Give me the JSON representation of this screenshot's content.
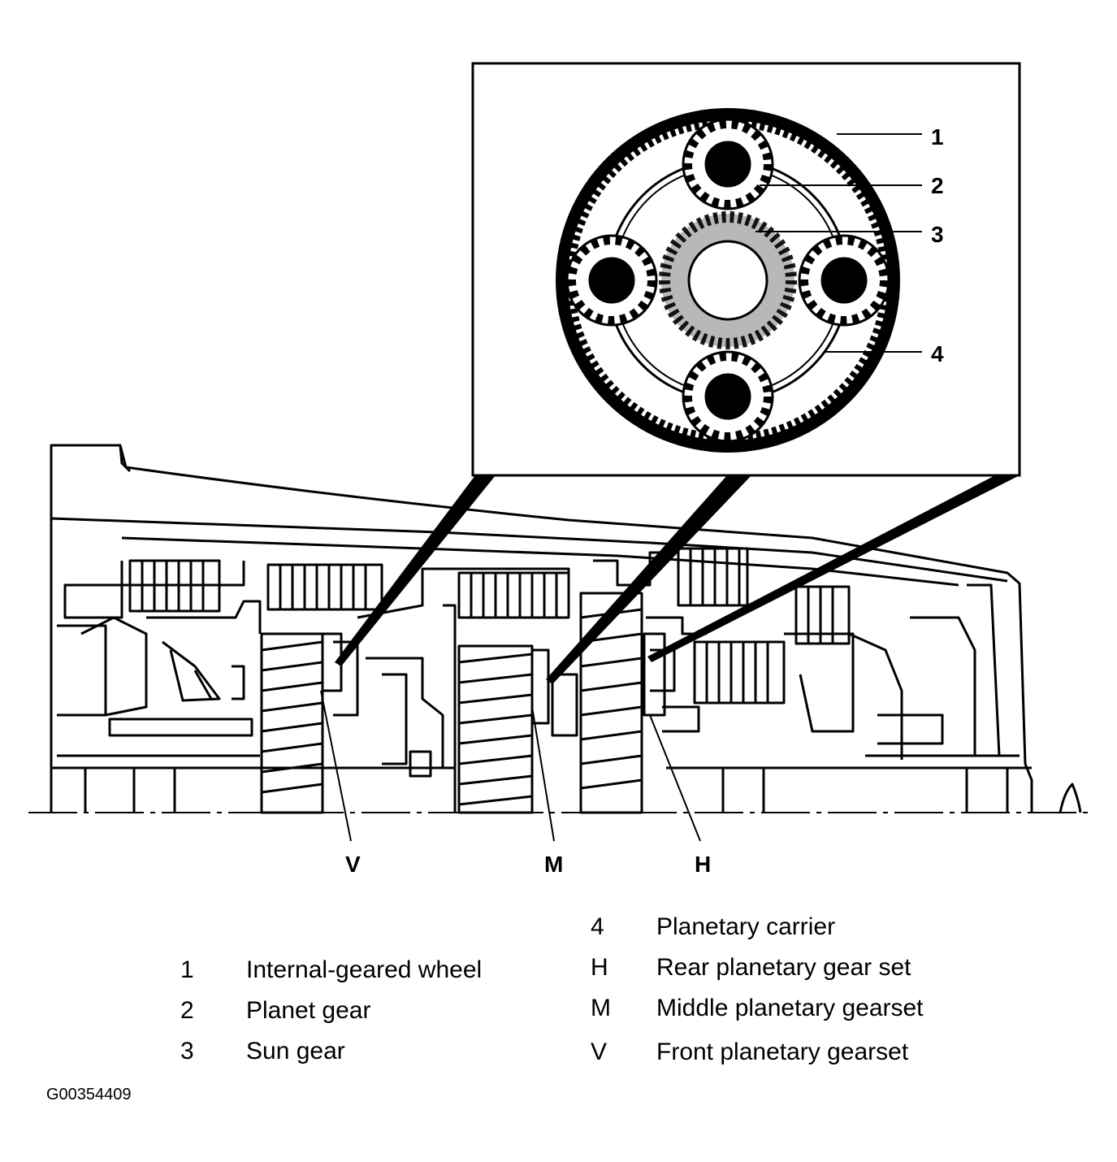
{
  "callouts": {
    "c1": "1",
    "c2": "2",
    "c3": "3",
    "c4": "4",
    "v": "V",
    "m": "M",
    "h": "H"
  },
  "legend": [
    {
      "key": "1",
      "text": "Internal-geared wheel"
    },
    {
      "key": "2",
      "text": "Planet gear"
    },
    {
      "key": "3",
      "text": "Sun gear"
    },
    {
      "key": "4",
      "text": "Planetary carrier"
    },
    {
      "key": "H",
      "text": "Rear planetary gear set"
    },
    {
      "key": "M",
      "text": "Middle planetary gearset"
    },
    {
      "key": "V",
      "text": "Front planetary gearset"
    }
  ],
  "figure_id": "G00354409",
  "colors": {
    "ink": "#000000",
    "paper": "#ffffff",
    "sun_shade": "#b8b8b8"
  }
}
